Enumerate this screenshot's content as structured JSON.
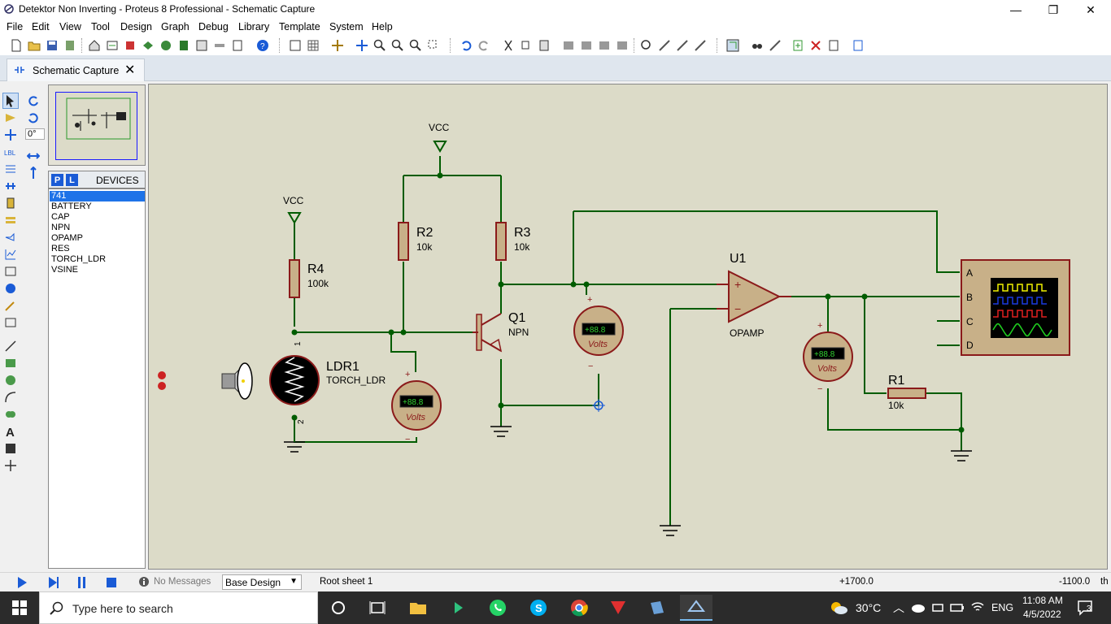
{
  "window": {
    "title": "Detektor Non Inverting - Proteus 8 Professional - Schematic Capture",
    "minimize": "—",
    "maximize": "❐",
    "close": "✕"
  },
  "menu": [
    "File",
    "Edit",
    "View",
    "Tool",
    "Design",
    "Graph",
    "Debug",
    "Library",
    "Template",
    "System",
    "Help"
  ],
  "tab": {
    "label": "Schematic Capture",
    "close": "✕"
  },
  "rotation": {
    "angle": "0°"
  },
  "devices": {
    "p_button": "P",
    "l_button": "L",
    "header": "DEVICES",
    "items": [
      "741",
      "BATTERY",
      "CAP",
      "NPN",
      "OPAMP",
      "RES",
      "TORCH_LDR",
      "VSINE"
    ],
    "selected_index": 0
  },
  "schematic": {
    "vcc1": "VCC",
    "vcc2": "VCC",
    "r4": {
      "name": "R4",
      "value": "100k"
    },
    "r2": {
      "name": "R2",
      "value": "10k"
    },
    "r3": {
      "name": "R3",
      "value": "10k"
    },
    "q1": {
      "name": "Q1",
      "type": "NPN"
    },
    "ldr1": {
      "name": "LDR1",
      "type": "TORCH_LDR",
      "pin1": "1",
      "pin2": "2"
    },
    "u1": {
      "name": "U1",
      "type": "OPAMP",
      "plus": "+",
      "minus": "−"
    },
    "r1": {
      "name": "R1",
      "value": "10k"
    },
    "voltmeter_display": "+88.8",
    "voltmeter_unit": "Volts",
    "meter_plus": "+",
    "meter_minus": "−",
    "scope_channels": [
      "A",
      "B",
      "C",
      "D"
    ],
    "wire_color": "#005c00",
    "component_color": "#8b1a1a",
    "canvas_color": "#dcdbc8"
  },
  "status": {
    "messages": "No Messages",
    "design": "Base Design",
    "sheet": "Root sheet 1",
    "x_coord": "+1700.0",
    "y_coord": "-1100.0",
    "units": "th"
  },
  "taskbar": {
    "search_placeholder": "Type here to search",
    "weather": "30°C",
    "language": "ENG",
    "time": "11:08 AM",
    "date": "4/5/2022",
    "notifications": "3"
  }
}
